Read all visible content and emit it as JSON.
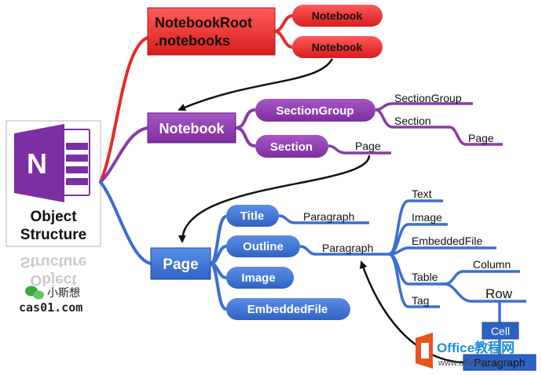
{
  "colors": {
    "red": "#e8292b",
    "purple": "#8a3aa8",
    "blue": "#3a6fd0",
    "nav": "#1b56c0",
    "onenote": "#7b2fa2",
    "office_orange": "#e8531e",
    "office_blue": "#1f8ee0"
  },
  "root": {
    "title_line1": "Object",
    "title_line2": "Structure",
    "icon_letter": "N",
    "reflection_line1": "Structure",
    "reflection_line2": "Object"
  },
  "red_branch": {
    "root_line1": "NotebookRoot",
    "root_line2": ".notebooks",
    "children": [
      "Notebook",
      "Notebook"
    ]
  },
  "purple_branch": {
    "label": "Notebook",
    "section_group": "SectionGroup",
    "section_group_children": [
      "SectionGroup",
      "Section"
    ],
    "section_group_sub": "Page",
    "section": "Section",
    "section_child": "Page"
  },
  "blue_branch": {
    "label": "Page",
    "title": "Title",
    "title_child": "Paragraph",
    "outline": "Outline",
    "outline_child": "Paragraph",
    "paragraph_children": [
      "Text",
      "Image",
      "EmbeddedFile",
      "Table",
      "Tag"
    ],
    "table_children": [
      "Column",
      "Row"
    ],
    "row_child": "Cell",
    "cell_child": "Paragraph",
    "image": "Image",
    "embedded_file": "EmbeddedFile"
  },
  "watermark": {
    "wechat_name": "小斯想",
    "site": "cas01.com",
    "office_text": "Office教程网",
    "office_url": "www.office26.com"
  }
}
